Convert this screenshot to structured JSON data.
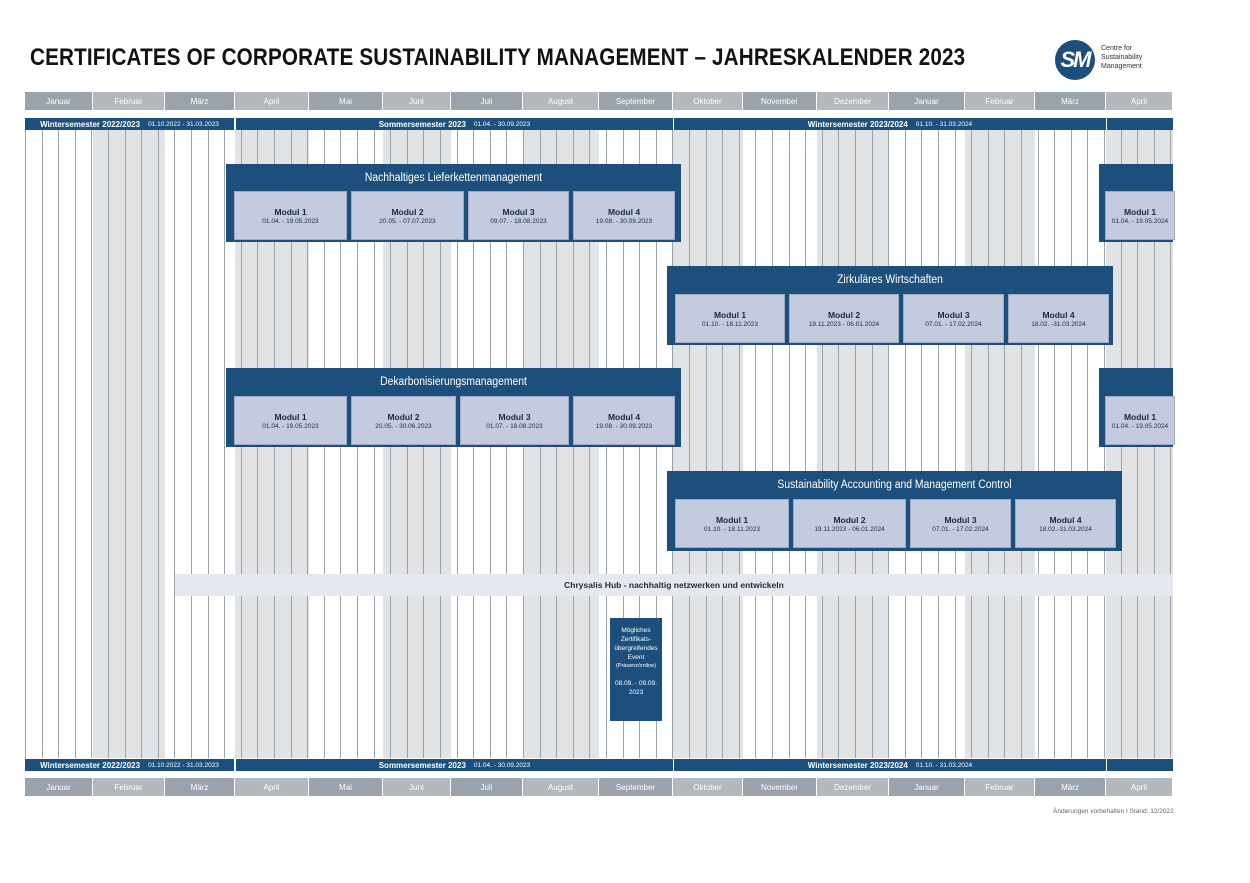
{
  "header": {
    "title": "CERTIFICATES OF CORPORATE SUSTAINABILITY MANAGEMENT – JAHRESKALENDER 2023",
    "logo": {
      "mark": "SM",
      "lines": [
        "Centre for",
        "Sustainability",
        "Management"
      ]
    }
  },
  "months": [
    "Januar",
    "Februar",
    "März",
    "April",
    "Mai",
    "Juni",
    "Juli",
    "August",
    "September",
    "Oktober",
    "November",
    "Dezember",
    "Januar",
    "Februar",
    "März",
    "April"
  ],
  "semesters": [
    {
      "name": "Wintersemester 2022/2023",
      "range": "01.10.2022 - 31.03.2023"
    },
    {
      "name": "Sommersemester 2023",
      "range": "01.04. - 30.09.2023"
    },
    {
      "name": "Wintersemester 2023/2024",
      "range": "01.10. - 31.03.2024"
    },
    {
      "name": "",
      "range": ""
    }
  ],
  "courses": [
    {
      "title": "Nachhaltiges Lieferkettenmanagement",
      "modules": [
        {
          "name": "Modul 1",
          "dates": "01.04. - 19.05.2023"
        },
        {
          "name": "Modul 2",
          "dates": "20.05. - 07.07.2023"
        },
        {
          "name": "Modul 3",
          "dates": "09.07. - 18.08.2023"
        },
        {
          "name": "Modul 4",
          "dates": "19.08. - 30.09.2023"
        }
      ],
      "next_module": {
        "name": "Modul 1",
        "dates": "01.04. - 19.05.2024"
      }
    },
    {
      "title": "Zirkuläres Wirtschaften",
      "modules": [
        {
          "name": "Modul 1",
          "dates": "01.10. - 18.11.2023"
        },
        {
          "name": "Modul 2",
          "dates": "19.11.2023 - 06.01.2024"
        },
        {
          "name": "Modul 3",
          "dates": "07.01. - 17.02.2024"
        },
        {
          "name": "Modul 4",
          "dates": "18.02. -31.03.2024"
        }
      ]
    },
    {
      "title": "Dekarbonisierungsmanagement",
      "modules": [
        {
          "name": "Modul 1",
          "dates": "01.04. - 19.05.2023"
        },
        {
          "name": "Modul 2",
          "dates": "20.05. - 30.06.2023"
        },
        {
          "name": "Modul 3",
          "dates": "01.07. - 18.08.2023"
        },
        {
          "name": "Modul 4",
          "dates": "19.08. - 30.09.2023"
        }
      ],
      "next_module": {
        "name": "Modul 1",
        "dates": "01.04. - 19.05.2024"
      }
    },
    {
      "title": "Sustainability Accounting and Management Control",
      "modules": [
        {
          "name": "Modul 1",
          "dates": "01.10. - 18.11.2023"
        },
        {
          "name": "Modul 2",
          "dates": "19.11.2023 - 06.01.2024"
        },
        {
          "name": "Modul 3",
          "dates": "07.01. - 17.02.2024"
        },
        {
          "name": "Modul 4",
          "dates": "18.02.-31.03.2024"
        }
      ]
    }
  ],
  "hub": "Chrysalis Hub - nachhaltig netzwerken und entwickeln",
  "event": {
    "lines": [
      "Mögliches",
      "Zertifikats-",
      "übergreifendes",
      "Event",
      "(Präsenz/online)"
    ],
    "date_lines": [
      "08.09. - 09.09.",
      "2023"
    ]
  },
  "footer": "Änderungen vorbehalten I Stand: 12/2022",
  "colors": {
    "primary": "#1d4f7d",
    "module": "#c4cbdf",
    "month_dark": "#9aa3ab",
    "month_light": "#b2b8be",
    "hub": "#e6e8f0"
  }
}
